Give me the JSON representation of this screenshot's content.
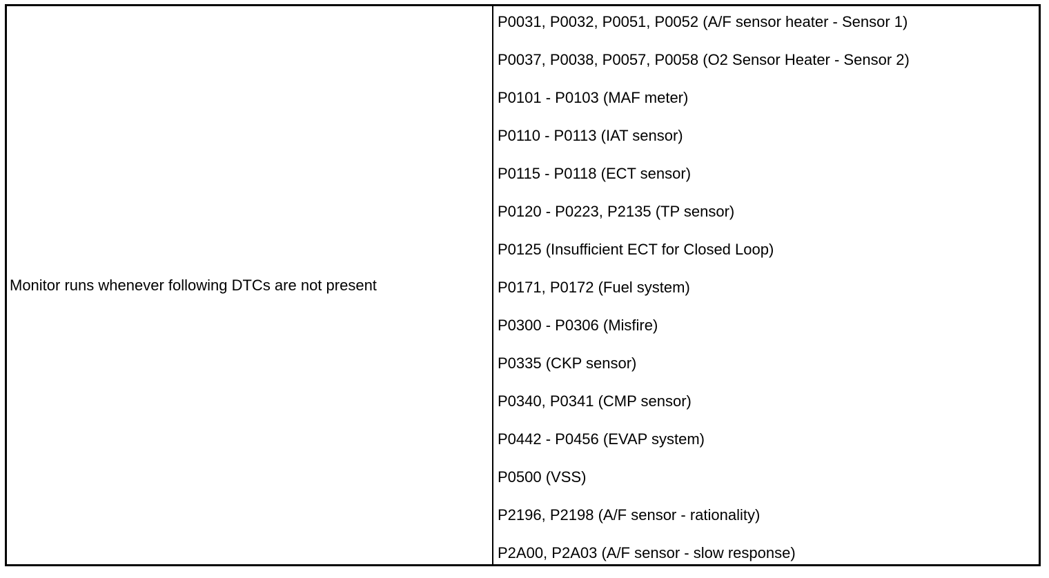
{
  "table": {
    "condition_label": "Monitor runs whenever following DTCs are not present",
    "dtc_items": [
      "P0031, P0032, P0051, P0052 (A/F sensor heater - Sensor 1)",
      "P0037, P0038, P0057, P0058 (O2 Sensor Heater - Sensor 2)",
      "P0101 - P0103 (MAF meter)",
      "P0110 - P0113 (IAT sensor)",
      "P0115 - P0118 (ECT sensor)",
      "P0120 - P0223, P2135 (TP sensor)",
      "P0125 (Insufficient ECT for Closed Loop)",
      "P0171, P0172 (Fuel system)",
      "P0300 - P0306 (Misfire)",
      "P0335 (CKP sensor)",
      "P0340, P0341 (CMP sensor)",
      "P0442 - P0456 (EVAP system)",
      "P0500 (VSS)",
      "P2196, P2198 (A/F sensor - rationality)",
      "P2A00, P2A03 (A/F sensor - slow response)"
    ]
  }
}
